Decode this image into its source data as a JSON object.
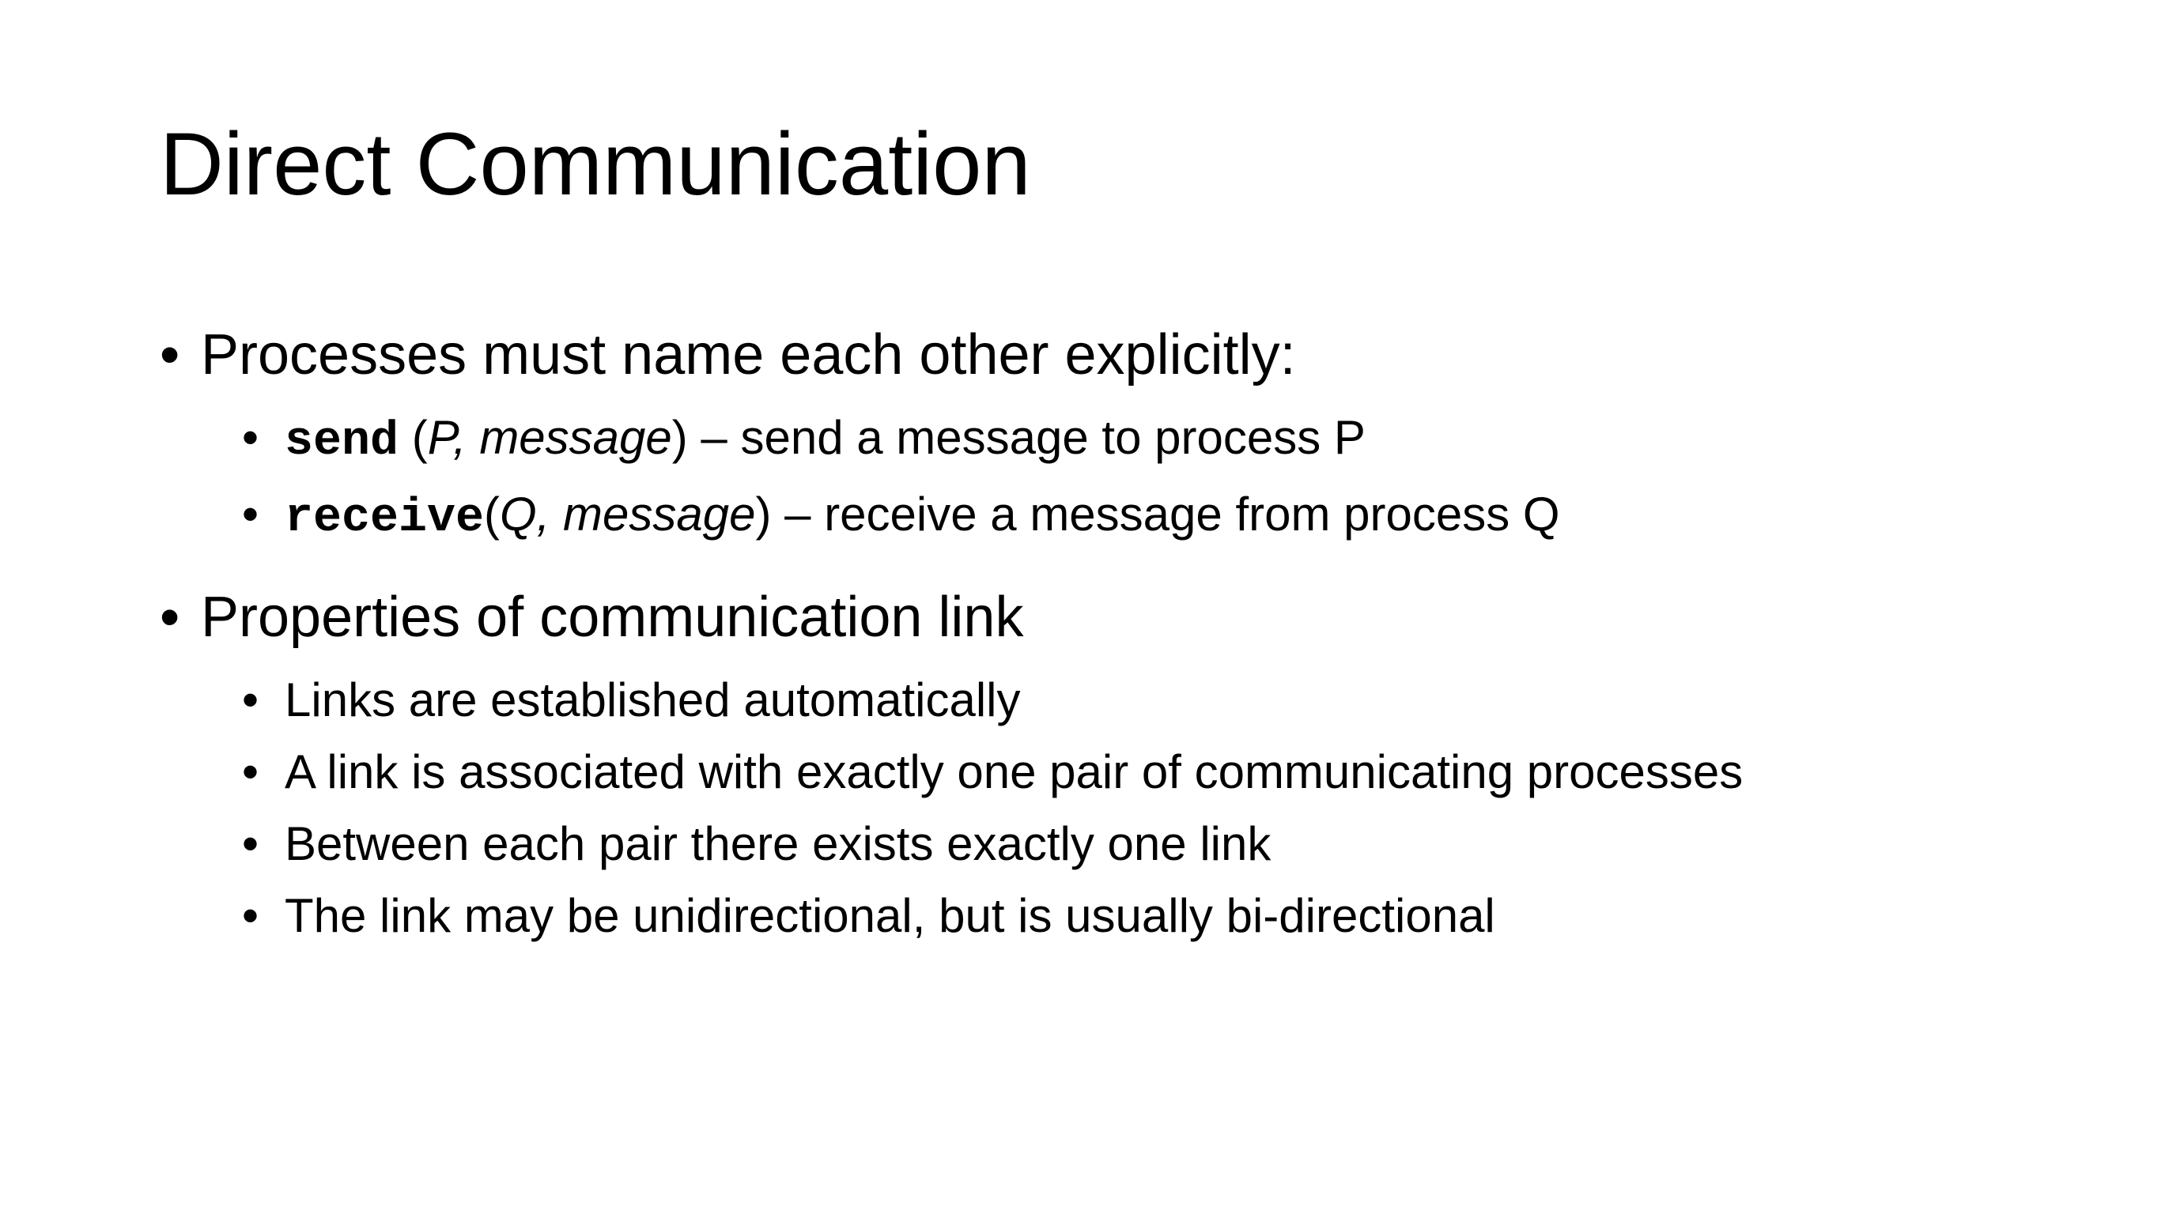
{
  "slide": {
    "title": "Direct Communication",
    "bullet_char": "•",
    "sections": [
      {
        "heading": "Processes must name each other explicitly:",
        "items": [
          {
            "code": "send",
            "sep": " (",
            "args": "P, message",
            "rest": ") – send a message to process P"
          },
          {
            "code": "receive",
            "sep": "(",
            "args": "Q, message",
            "rest": ") – receive a message from process Q"
          }
        ]
      },
      {
        "heading": "Properties of communication link",
        "items": [
          "Links are established automatically",
          "A link is associated with exactly one pair of communicating processes",
          "Between each pair there exists exactly one link",
          "The link may be unidirectional, but is usually bi-directional"
        ]
      }
    ]
  }
}
